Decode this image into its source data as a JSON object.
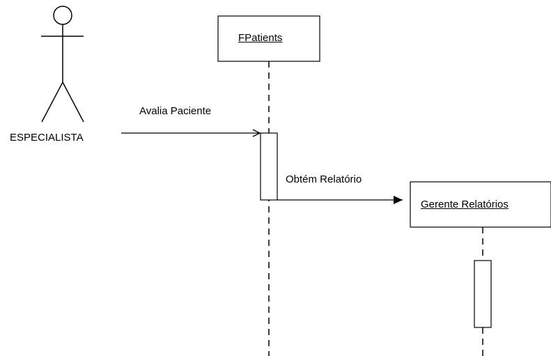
{
  "diagram": {
    "actor": {
      "name": "ESPECIALISTA"
    },
    "objects": [
      {
        "id": "fpatients",
        "name": "FPatients"
      },
      {
        "id": "gerente",
        "name": "Gerente Relatórios"
      }
    ],
    "messages": [
      {
        "label": "Avalia Paciente",
        "from": "actor",
        "to": "fpatients"
      },
      {
        "label": "Obtém Relatório",
        "from": "fpatients",
        "to": "gerente"
      }
    ]
  },
  "colors": {
    "line": "#000000",
    "box_fill": "#ffffff",
    "box_border": "#000000",
    "background": "#ffffff"
  }
}
